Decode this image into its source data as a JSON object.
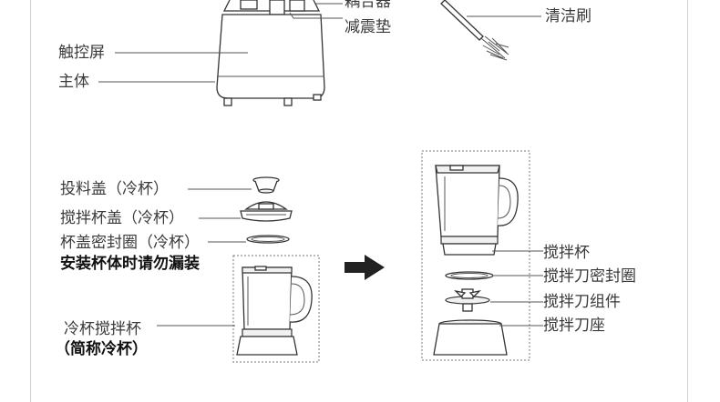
{
  "labels": {
    "coupler": "耦合器",
    "shock_pad": "减震垫",
    "cleaning_brush": "清洁刷",
    "touch_screen": "触控屏",
    "main_body": "主体",
    "feed_lid": "投料盖（冷杯）",
    "blender_lid": "搅拌杯盖（冷杯）",
    "lid_seal": "杯盖密封圈（冷杯）",
    "warning": "安装杯体时请勿漏装",
    "cold_cup": "冷杯搅拌杯",
    "cold_cup_short": "（简称冷杯）",
    "blender_cup": "搅拌杯",
    "blade_seal": "搅拌刀密封圈",
    "blade_assembly": "搅拌刀组件",
    "blade_base": "搅拌刀座"
  }
}
